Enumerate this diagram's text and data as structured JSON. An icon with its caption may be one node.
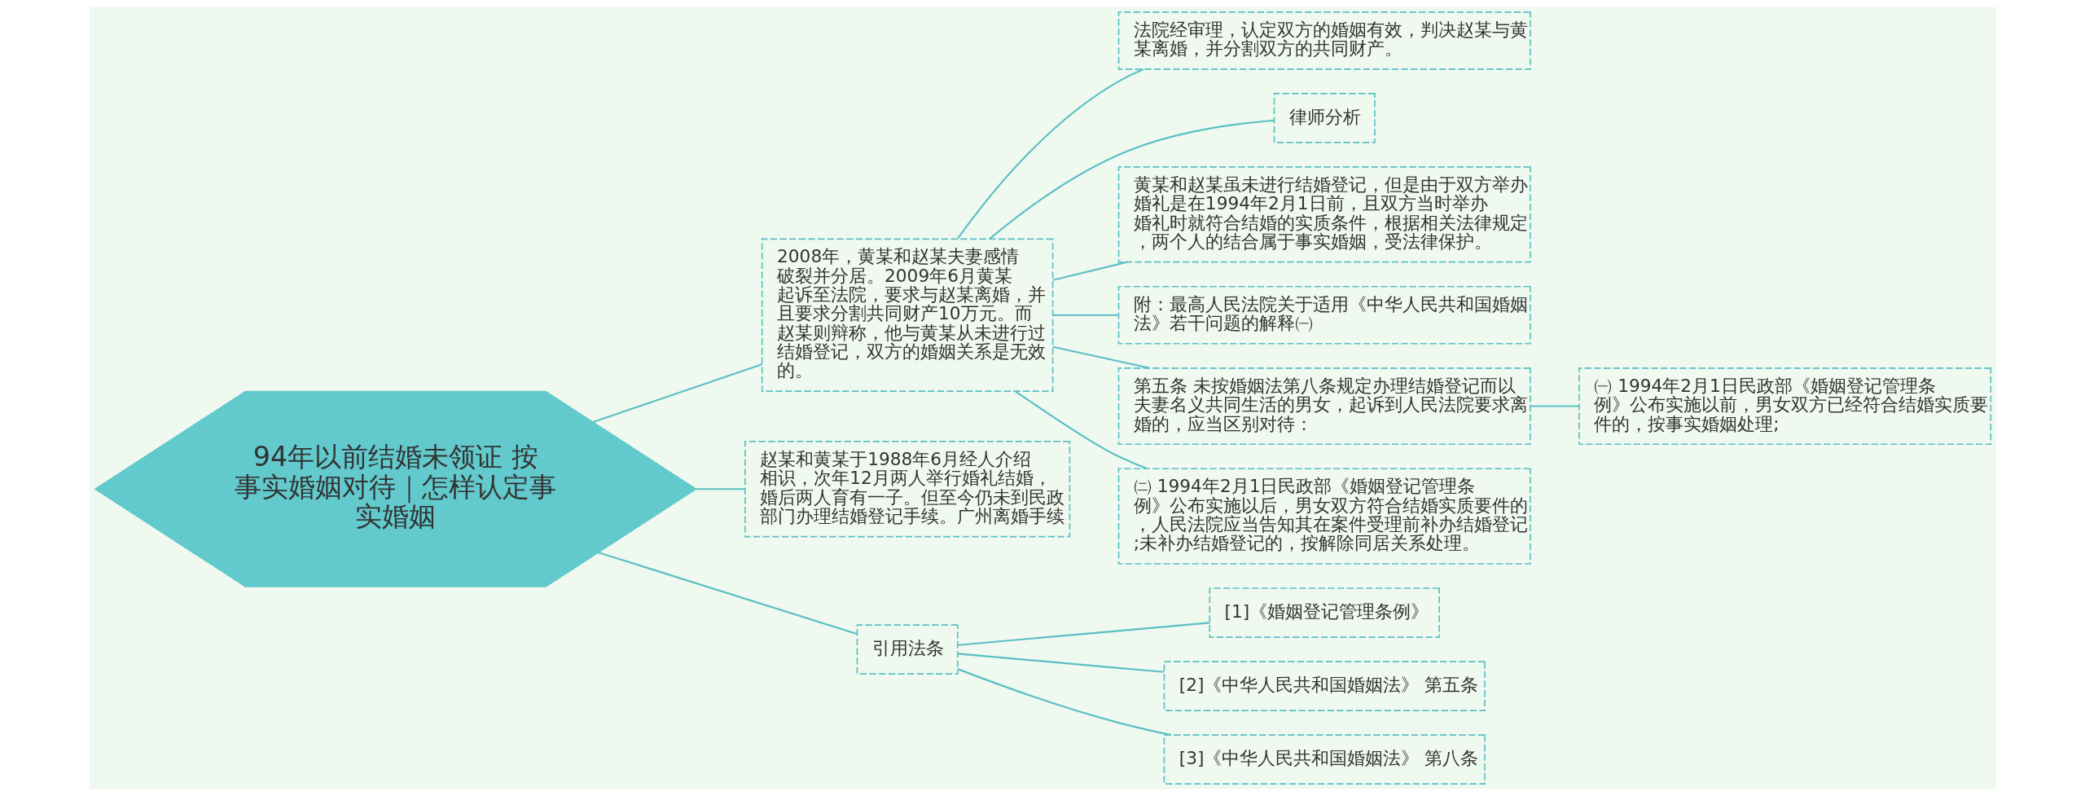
{
  "diagram": {
    "nodes": [
      {
        "text": [
          "94年以前结婚未领证 按事实婚姻对待｜怎样认定事实婚姻"
        ]
      },
      {
        "text": [
          "2008年，黄某和赵某夫妻感情破裂并分居。2009年6月黄某起诉至法院，要求与赵某离婚，并且要求分割共同财产10万元。而赵某则辩称，他与黄某从未进行过结婚登记，双方的婚姻关系是无效的。"
        ]
      },
      {
        "text": [
          "法院经审理，认定双方的婚姻有效，判决赵某与黄某离婚，并分割双方的共同财产。"
        ]
      },
      {
        "text": [
          "律师分析"
        ]
      },
      {
        "text": [
          "黄某和赵某虽未进行结婚登记，但是由于双方举办婚礼是在1994年2月1日前，且双方当时举办婚礼时就符合结婚的实质条件，根据相关法律规定，两个人的结合属于事实婚姻，受法律保护。"
        ]
      },
      {
        "text": [
          "附：最高人民法院关于适用《中华人民共和国婚姻法》若干问题的解释㈠"
        ]
      },
      {
        "text": [
          "第五条 未按婚姻法第八条规定办理结婚登记而以夫妻名义共同生活的男女，起诉到人民法院要求离婚的，应当区别对待："
        ]
      },
      {
        "text": [
          "㈡ 1994年2月1日民政部《婚姻登记管理条例》公布实施以后，男女双方符合结婚实质要件的，人民法院应当告知其在案件受理前补办结婚登记;未补办结婚登记的，按解除同居关系处理。"
        ]
      },
      {
        "text": [
          "㈠ 1994年2月1日民政部《婚姻登记管理条例》公布实施以前，男女双方已经符合结婚实质要件的，按事实婚姻处理;"
        ]
      },
      {
        "text": [
          "赵某和黄某于1988年6月经人介绍相识，次年12月两人举行婚礼结婚，婚后两人育有一子。但至今仍未到民政部门办理结婚登记手续。广州离婚手续"
        ]
      },
      {
        "text": [
          "引用法条"
        ]
      },
      {
        "text": [
          "[1]《婚姻登记管理条例》"
        ]
      },
      {
        "text": [
          "[2]《中华人民共和国婚姻法》 第五条"
        ]
      },
      {
        "text": [
          "[3]《中华人民共和国婚姻法》 第八条"
        ]
      }
    ],
    "edges": [
      {
        "from": 0,
        "to": 1,
        "arrow": "none"
      },
      {
        "from": 1,
        "to": 2,
        "arrow": "none"
      },
      {
        "from": 1,
        "to": 3,
        "arrow": "none"
      },
      {
        "from": 1,
        "to": 4,
        "arrow": "none"
      },
      {
        "from": 1,
        "to": 5,
        "arrow": "none"
      },
      {
        "from": 1,
        "to": 6,
        "arrow": "none"
      },
      {
        "from": 1,
        "to": 7,
        "arrow": "none"
      },
      {
        "from": 6,
        "to": 8,
        "arrow": "none"
      },
      {
        "from": 0,
        "to": 9,
        "arrow": "none"
      },
      {
        "from": 0,
        "to": 10,
        "arrow": "none"
      },
      {
        "from": 10,
        "to": 11,
        "arrow": "none"
      },
      {
        "from": 10,
        "to": 12,
        "arrow": "none"
      },
      {
        "from": 10,
        "to": 13,
        "arrow": "none"
      }
    ]
  }
}
